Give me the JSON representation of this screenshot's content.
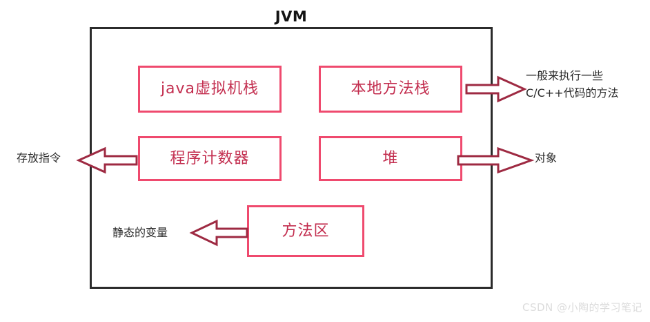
{
  "diagram": {
    "title": "JVM",
    "watermark": "CSDN @小陶的学习笔记",
    "colors": {
      "outer_border": "#2b2b2b",
      "box_border": "#ef4a6e",
      "box_text": "#c32e4f",
      "arrow": "#9e2a42",
      "label_text": "#2b2b2b",
      "watermark": "#dcdcdc",
      "background": "#ffffff"
    },
    "boxes": [
      {
        "id": "jvm-stack",
        "label": "java虚拟机栈"
      },
      {
        "id": "native-stack",
        "label": "本地方法栈"
      },
      {
        "id": "pc-register",
        "label": "程序计数器"
      },
      {
        "id": "heap",
        "label": "堆"
      },
      {
        "id": "method-area",
        "label": "方法区"
      }
    ],
    "annotations": [
      {
        "id": "native-method-note",
        "source": "native-stack",
        "direction": "right",
        "line1": "一般来执行一些",
        "line2": "C/C++代码的方法"
      },
      {
        "id": "store-instruction-note",
        "source": "pc-register",
        "direction": "left",
        "line1": "存放指令"
      },
      {
        "id": "object-note",
        "source": "heap",
        "direction": "right",
        "line1": "对象"
      },
      {
        "id": "static-variable-note",
        "source": "method-area",
        "direction": "left",
        "line1": "静态的变量"
      }
    ]
  }
}
